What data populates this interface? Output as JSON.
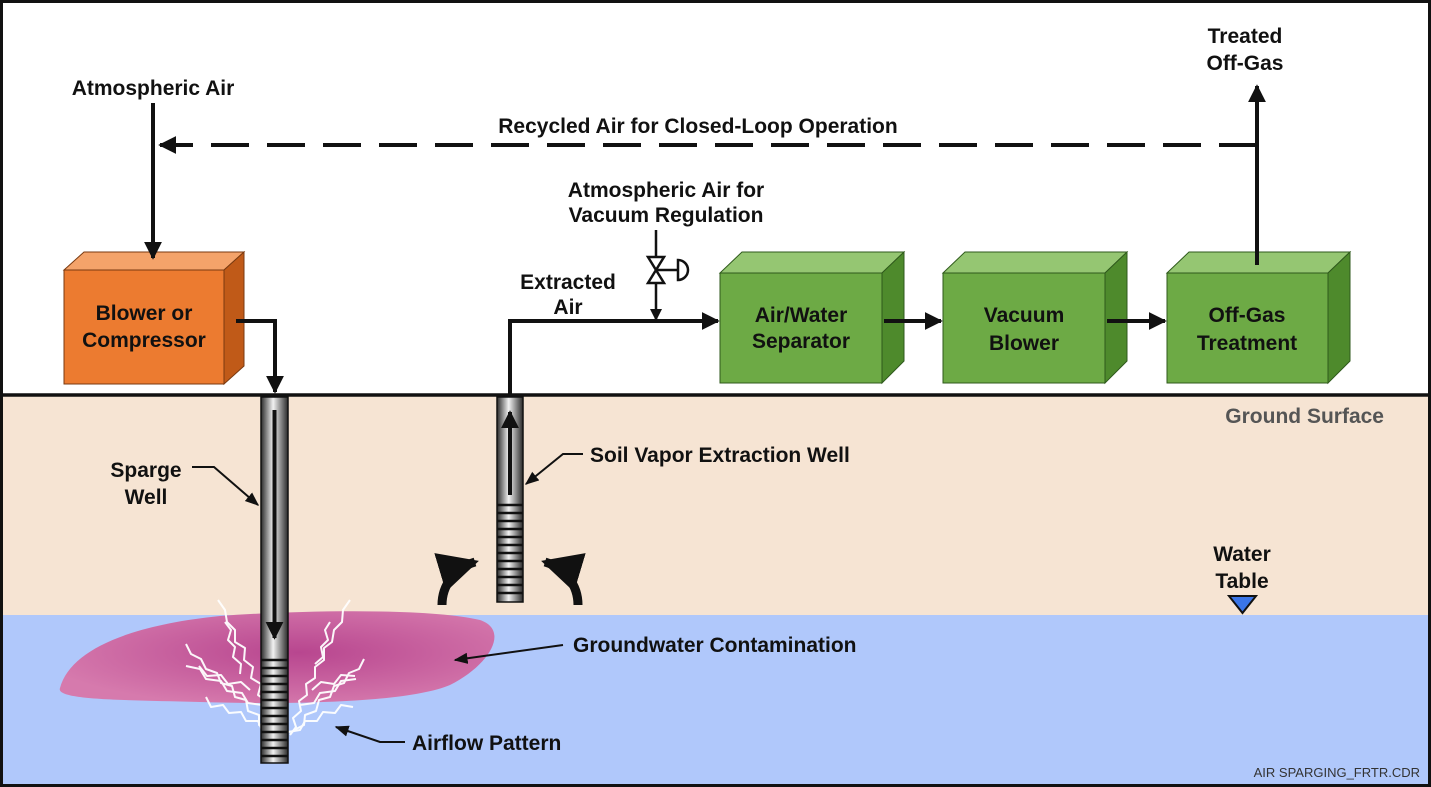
{
  "colors": {
    "sky": "#ffffff",
    "soil": "#f6e4d3",
    "water": "#b0c8fb",
    "contamination": "#c95a9e",
    "blower_box": "#ec7b30",
    "process_box": "#6daa45",
    "ground_label": "#555555",
    "outline": "#111111"
  },
  "labels": {
    "atmospheric_air": "Atmospheric Air",
    "recycled_air": "Recycled Air for Closed-Loop Operation",
    "treated_offgas": [
      "Treated",
      "Off-Gas"
    ],
    "vacuum_regulation": [
      "Atmospheric Air for",
      "Vacuum Regulation"
    ],
    "extracted_air": [
      "Extracted",
      "Air"
    ],
    "ground_surface": "Ground Surface",
    "sparge_well": [
      "Sparge",
      "Well"
    ],
    "sve_well": "Soil Vapor Extraction Well",
    "water_table": [
      "Water",
      "Table"
    ],
    "groundwater_contamination": "Groundwater Contamination",
    "airflow_pattern": "Airflow Pattern",
    "credit": "AIR SPARGING_FRTR.CDR"
  },
  "boxes": {
    "blower": [
      "Blower or",
      "Compressor"
    ],
    "separator": [
      "Air/Water",
      "Separator"
    ],
    "vacuum_blower": [
      "Vacuum",
      "Blower"
    ],
    "offgas_treatment": [
      "Off-Gas",
      "Treatment"
    ]
  },
  "icons": [
    "valve-icon",
    "water-table-icon"
  ]
}
